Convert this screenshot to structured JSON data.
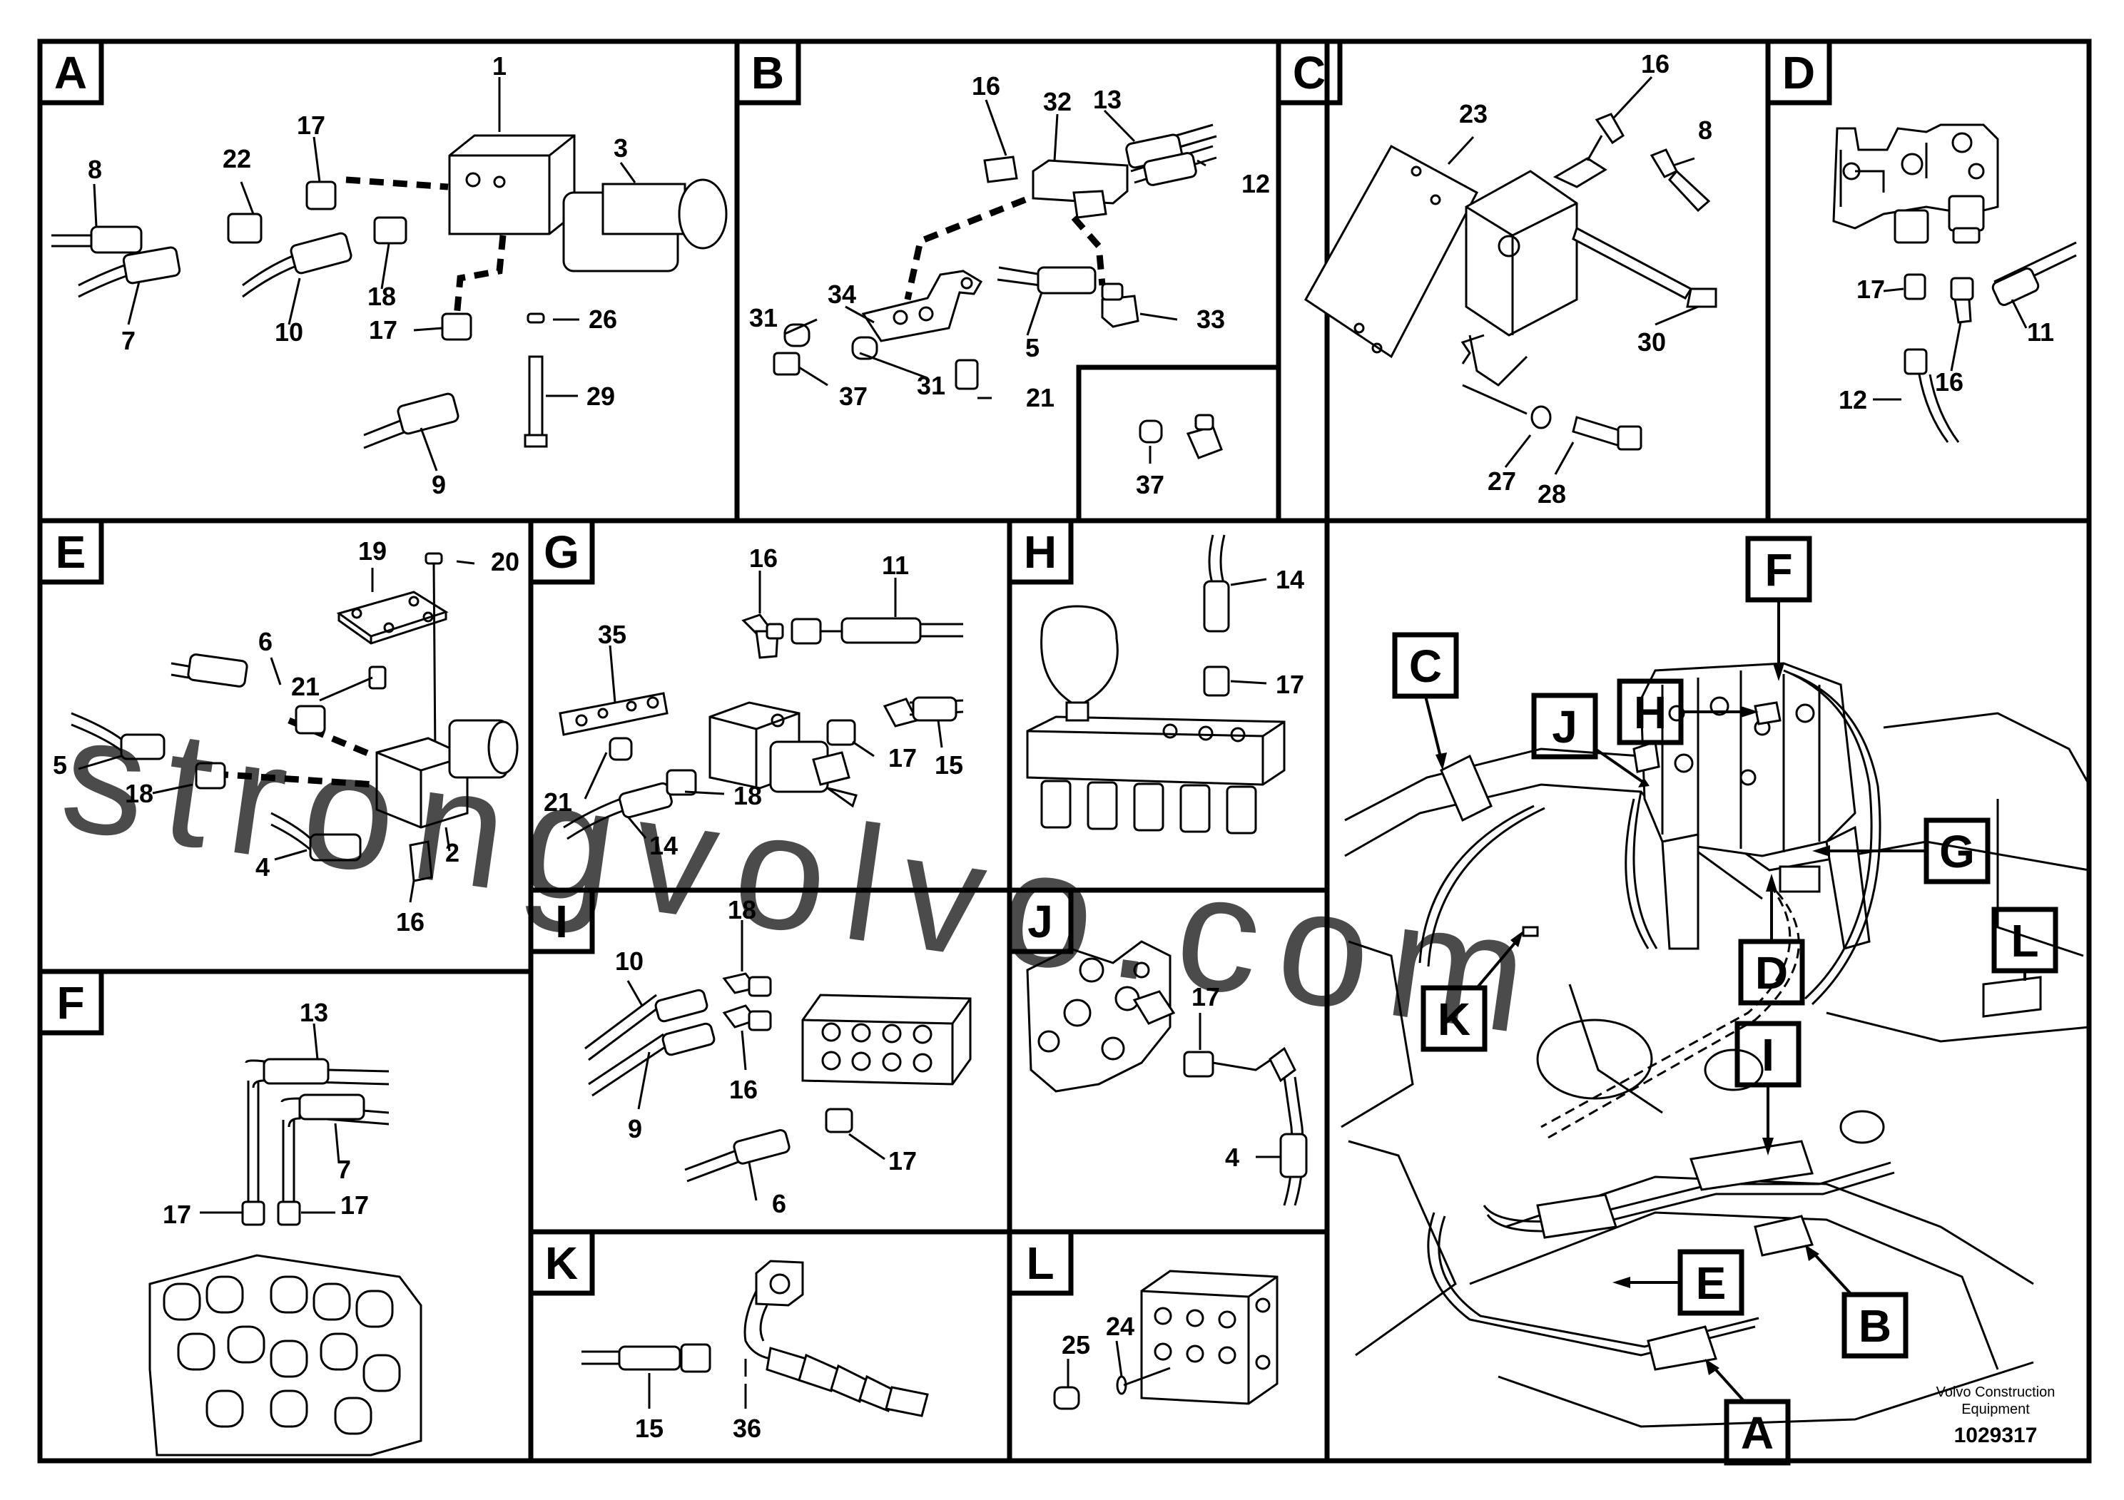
{
  "panels": {
    "A": {
      "letter": "A",
      "labels": [
        "1",
        "3",
        "8",
        "22",
        "17",
        "7",
        "10",
        "18",
        "17",
        "26",
        "29",
        "9"
      ]
    },
    "B": {
      "letter": "B",
      "labels": [
        "16",
        "32",
        "13",
        "12",
        "34",
        "31",
        "37",
        "31",
        "21",
        "5",
        "33"
      ]
    },
    "B2": {
      "labels": [
        "37"
      ]
    },
    "C": {
      "letter": "C",
      "labels": [
        "16",
        "8",
        "23",
        "30",
        "27",
        "28"
      ]
    },
    "D": {
      "letter": "D",
      "labels": [
        "17",
        "16",
        "11",
        "12"
      ]
    },
    "E": {
      "letter": "E",
      "labels": [
        "19",
        "20",
        "6",
        "21",
        "5",
        "18",
        "4",
        "2",
        "16"
      ]
    },
    "G": {
      "letter": "G",
      "labels": [
        "16",
        "11",
        "35",
        "17",
        "15",
        "21",
        "18",
        "14"
      ]
    },
    "H": {
      "letter": "H",
      "labels": [
        "14",
        "17"
      ]
    },
    "F": {
      "letter": "F",
      "labels": [
        "13",
        "7",
        "17",
        "17"
      ]
    },
    "I": {
      "letter": "I",
      "labels": [
        "18",
        "10",
        "16",
        "9",
        "17",
        "6"
      ]
    },
    "J": {
      "letter": "J",
      "labels": [
        "17",
        "4"
      ]
    },
    "K": {
      "letter": "K",
      "labels": [
        "15",
        "36"
      ]
    },
    "L": {
      "letter": "L",
      "labels": [
        "25",
        "24"
      ]
    }
  },
  "overview_callouts": [
    "F",
    "C",
    "J",
    "H",
    "G",
    "D",
    "K",
    "I",
    "L",
    "E",
    "B",
    "A"
  ],
  "footer": {
    "company": "Volvo Construction",
    "company2": "Equipment",
    "drawing_no": "1029317"
  },
  "watermark": "strongvolvo.com"
}
